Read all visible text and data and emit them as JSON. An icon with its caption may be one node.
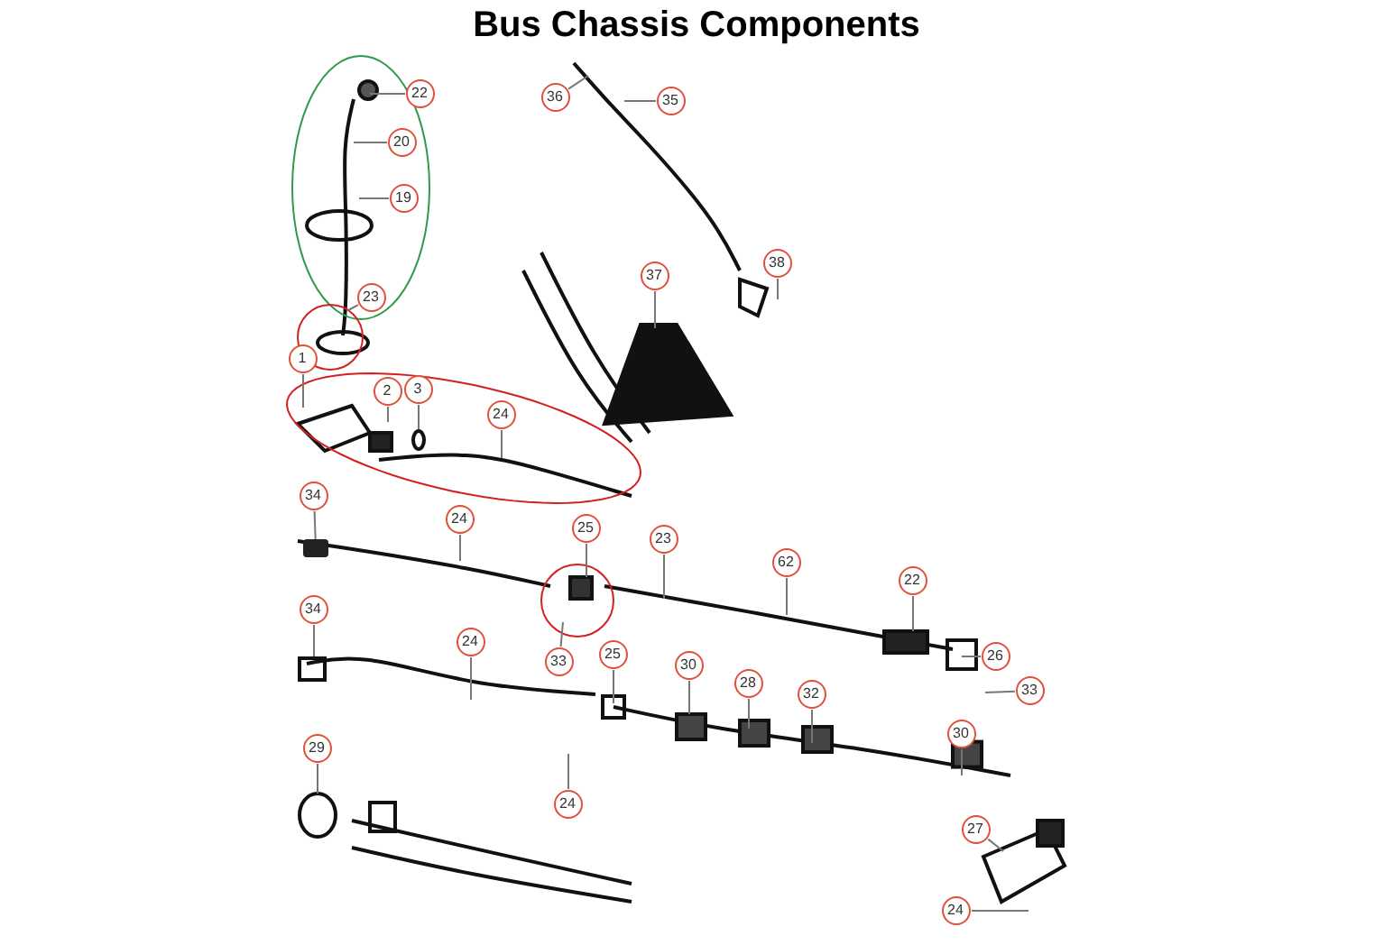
{
  "diagram": {
    "title": "Bus Chassis Components",
    "nodes": [
      {
        "text": [
          "22"
        ]
      },
      {
        "text": [
          "20"
        ]
      },
      {
        "text": [
          "19"
        ]
      },
      {
        "text": [
          "23"
        ]
      },
      {
        "text": [
          "1"
        ]
      },
      {
        "text": [
          "2"
        ]
      },
      {
        "text": [
          "3"
        ]
      },
      {
        "text": [
          "24"
        ]
      },
      {
        "text": [
          "36"
        ]
      },
      {
        "text": [
          "35"
        ]
      },
      {
        "text": [
          "37"
        ]
      },
      {
        "text": [
          "38"
        ]
      },
      {
        "text": [
          "34"
        ]
      },
      {
        "text": [
          "24"
        ]
      },
      {
        "text": [
          "25"
        ]
      },
      {
        "text": [
          "23"
        ]
      },
      {
        "text": [
          "62"
        ]
      },
      {
        "text": [
          "22"
        ]
      },
      {
        "text": [
          "34"
        ]
      },
      {
        "text": [
          "33"
        ]
      },
      {
        "text": [
          "24"
        ]
      },
      {
        "text": [
          "25"
        ]
      },
      {
        "text": [
          "26"
        ]
      },
      {
        "text": [
          "30"
        ]
      },
      {
        "text": [
          "28"
        ]
      },
      {
        "text": [
          "32"
        ]
      },
      {
        "text": [
          "33"
        ]
      },
      {
        "text": [
          "29"
        ]
      },
      {
        "text": [
          "30"
        ]
      },
      {
        "text": [
          "24"
        ]
      },
      {
        "text": [
          "27"
        ]
      },
      {
        "text": [
          "24"
        ]
      },
      {
        "text": [],
        "shape": "box"
      }
    ],
    "edges": [
      {
        "from": 0,
        "to": null,
        "arrow": "none"
      },
      {
        "from": 1,
        "to": null,
        "arrow": "none"
      },
      {
        "from": 2,
        "to": null,
        "arrow": "none"
      },
      {
        "from": 3,
        "to": null,
        "arrow": "none"
      },
      {
        "from": 4,
        "to": null,
        "arrow": "none"
      },
      {
        "from": 5,
        "to": null,
        "arrow": "none"
      },
      {
        "from": 6,
        "to": null,
        "arrow": "none"
      },
      {
        "from": 7,
        "to": null,
        "arrow": "none"
      },
      {
        "from": 8,
        "to": null,
        "arrow": "none"
      },
      {
        "from": 9,
        "to": null,
        "arrow": "none"
      },
      {
        "from": 10,
        "to": null,
        "arrow": "none"
      },
      {
        "from": 11,
        "to": null,
        "arrow": "none"
      },
      {
        "from": 12,
        "to": 32,
        "arrow": "none"
      },
      {
        "from": 13,
        "to": null,
        "arrow": "none"
      },
      {
        "from": 14,
        "to": null,
        "arrow": "none"
      },
      {
        "from": 15,
        "to": null,
        "arrow": "none"
      },
      {
        "from": 16,
        "to": null,
        "arrow": "none"
      },
      {
        "from": 17,
        "to": null,
        "arrow": "none"
      },
      {
        "from": 18,
        "to": null,
        "arrow": "none"
      },
      {
        "from": 19,
        "to": null,
        "arrow": "none"
      },
      {
        "from": 20,
        "to": null,
        "arrow": "none"
      },
      {
        "from": 21,
        "to": null,
        "arrow": "none"
      },
      {
        "from": 22,
        "to": null,
        "arrow": "none"
      },
      {
        "from": 23,
        "to": null,
        "arrow": "none"
      },
      {
        "from": 24,
        "to": null,
        "arrow": "none"
      },
      {
        "from": 25,
        "to": null,
        "arrow": "none"
      },
      {
        "from": 26,
        "to": null,
        "arrow": "none"
      },
      {
        "from": 27,
        "to": null,
        "arrow": "none"
      },
      {
        "from": 28,
        "to": null,
        "arrow": "none"
      },
      {
        "from": 29,
        "to": null,
        "arrow": "none"
      },
      {
        "from": 30,
        "to": null,
        "arrow": "none"
      },
      {
        "from": 31,
        "to": null,
        "arrow": "none"
      }
    ]
  }
}
